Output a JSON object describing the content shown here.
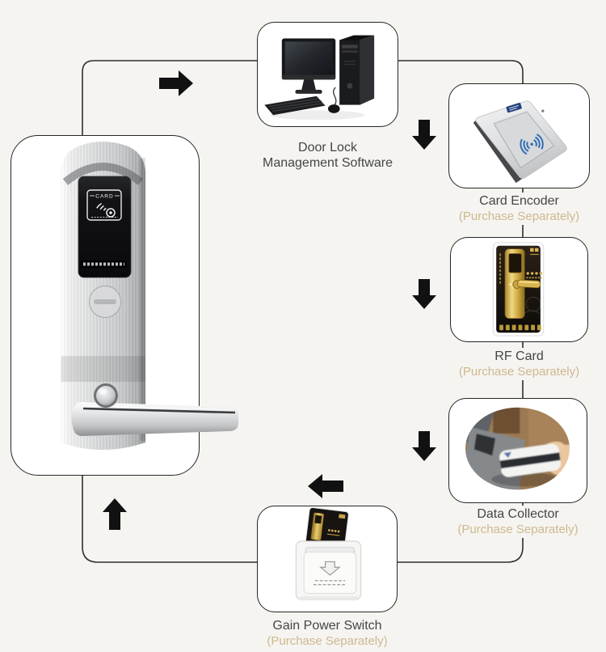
{
  "page": {
    "background_color": "#f5f4f1",
    "box_background": "#ffffff",
    "box_border_color": "#262626",
    "connector_color": "#2e2e2e",
    "arrow_color": "#111111",
    "label_color": "#454545",
    "purchase_note_color": "#cfb88e"
  },
  "nodes": {
    "door_lock": {
      "name": "door-lock",
      "card_logo": "CARD"
    },
    "management_software": {
      "label_line1": "Door Lock",
      "label_line2": "Management Software"
    },
    "card_encoder": {
      "label": "Card Encoder",
      "note": "(Purchase Separately)"
    },
    "rf_card": {
      "label": "RF Card",
      "note": "(Purchase Separately)"
    },
    "data_collector": {
      "label": "Data Collector",
      "note": "(Purchase Separately)"
    },
    "gain_power_switch": {
      "label": "Gain Power Switch",
      "note": "(Purchase Separately)"
    }
  },
  "icons": {
    "flow_arrows": [
      "arrow-right",
      "arrow-down",
      "arrow-down",
      "arrow-down",
      "arrow-left",
      "arrow-up"
    ]
  }
}
